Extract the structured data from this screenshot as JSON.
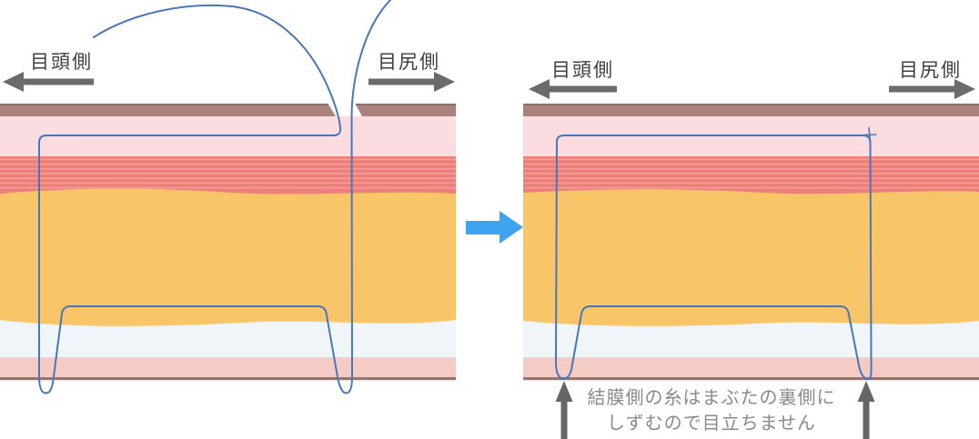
{
  "colors": {
    "background": "#FFFFFF",
    "thread": "#4A76B8",
    "label-arrow": "#6B6B6B",
    "up-arrow": "#666666",
    "center-arrow": "#3FA3F0",
    "label-text": "#3F3F3F",
    "caption-text": "#8A8A8A",
    "epidermis": "#A8827B",
    "epidermis-edge": "#857270",
    "dermis-pink": "#FADCE1",
    "tarsus-red": "#EF7D78",
    "tarsus-stripe": "#F49E99",
    "fat-orange": "#F9C569",
    "conjunctiva-pale": "#EFF5F8",
    "lower-pink": "#F5CCC5",
    "base-brown": "#9C736C"
  },
  "left_panel": {
    "inner_label": "目頭側",
    "outer_label": "目尻側"
  },
  "right_panel": {
    "inner_label": "目頭側",
    "outer_label": "目尻側",
    "caption": {
      "line1": "結膜側の糸はまぶたの裏側に",
      "line2": "しずむので目立ちません"
    }
  }
}
